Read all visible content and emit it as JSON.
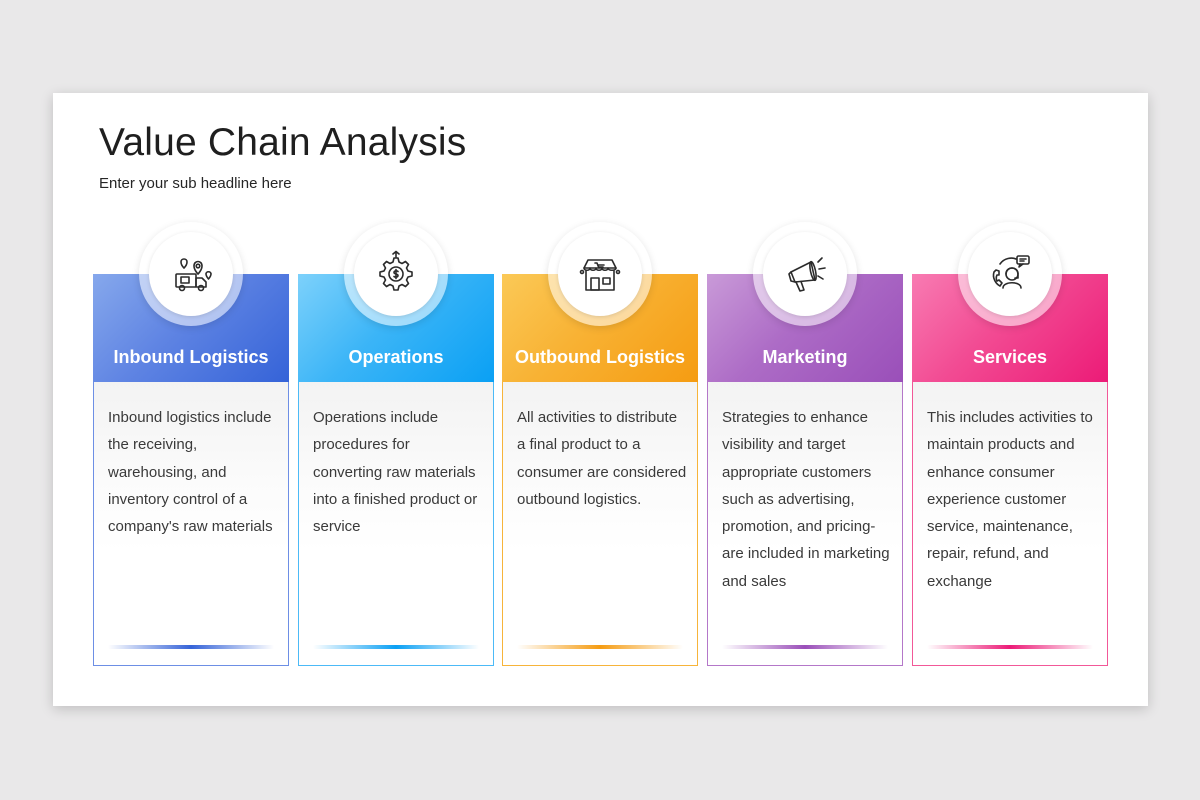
{
  "slide": {
    "title": "Value Chain Analysis",
    "subtitle": "Enter your sub headline here"
  },
  "cards": [
    {
      "title": "Inbound Logistics",
      "icon": "delivery-truck-location-icon",
      "color": "#3563d8",
      "text": "Inbound logistics include the receiving, warehousing, and inventory control of a company's raw materials"
    },
    {
      "title": "Operations",
      "icon": "gear-money-icon",
      "color": "#0aa0f4",
      "text": "Operations include procedures for converting raw materials into a finished product or service"
    },
    {
      "title": "Outbound Logistics",
      "icon": "storefront-icon",
      "color": "#f59c12",
      "text": "All activities to distribute a final product to a consumer are considered outbound logistics."
    },
    {
      "title": "Marketing",
      "icon": "megaphone-icon",
      "color": "#9a4fb9",
      "text": "Strategies to enhance visibility and target appropriate customers such as advertising, promotion, and pricing- are included in marketing and sales"
    },
    {
      "title": "Services",
      "icon": "customer-support-icon",
      "color": "#ec1b77",
      "text": "This includes activities to maintain products and enhance consumer experience customer service, maintenance, repair, refund, and exchange"
    }
  ]
}
